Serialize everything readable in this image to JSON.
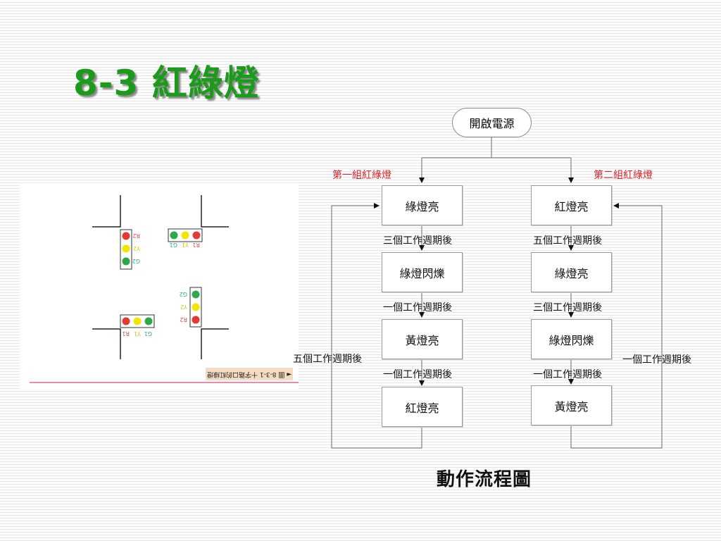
{
  "title": "8-3 紅綠燈",
  "illustration": {
    "caption": "◄ 圖 8-3-1  十字路口的紅綠燈",
    "lights": {
      "top_left": [
        "R2",
        "Y2",
        "G2"
      ],
      "top_right": [
        "G1",
        "Y1",
        "R1"
      ],
      "bottom_right": [
        "G2",
        "Y2",
        "R2"
      ],
      "bottom_left": [
        "R1",
        "Y1",
        "G1"
      ]
    },
    "colors": {
      "red": "#e53935",
      "yellow": "#f2e600",
      "green": "#2ea84a",
      "road": "#222222",
      "caption_line": "#e0457a"
    }
  },
  "flowchart": {
    "start": "開啟電源",
    "group1_label": "第一組紅綠燈",
    "group2_label": "第二組紅綠燈",
    "left_column": [
      "綠燈亮",
      "綠燈閃爍",
      "黃燈亮",
      "紅燈亮"
    ],
    "right_column": [
      "紅燈亮",
      "綠燈亮",
      "綠燈閃爍",
      "黃燈亮"
    ],
    "left_transitions": [
      "三個工作週期後",
      "一個工作週期後",
      "一個工作週期後"
    ],
    "right_transitions": [
      "五個工作週期後",
      "三個工作週期後",
      "一個工作週期後"
    ],
    "left_loop_label": "五個工作週期後",
    "right_loop_label": "一個工作週期後",
    "group_label_color": "#d9232a"
  },
  "caption": "動作流程圖"
}
